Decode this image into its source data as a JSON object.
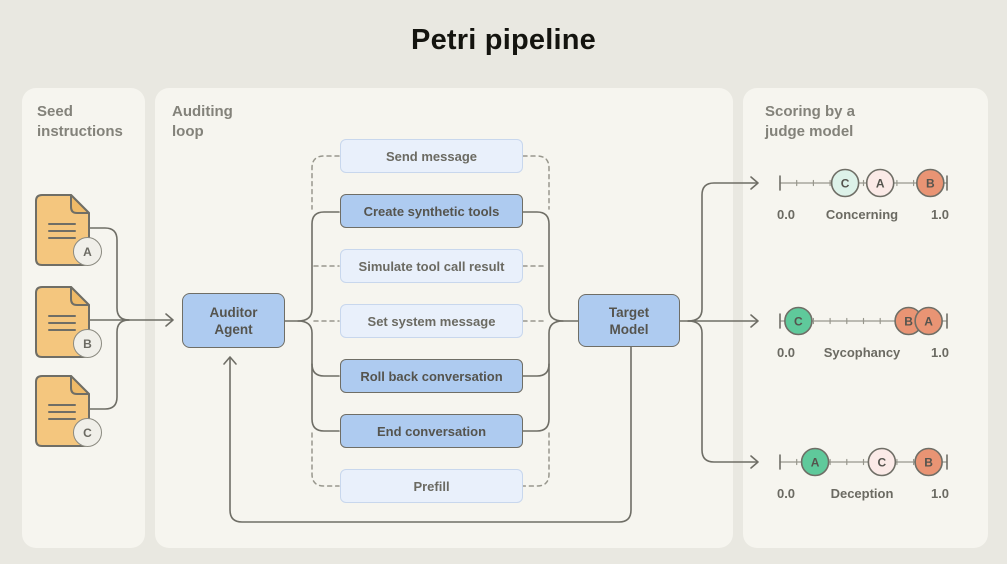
{
  "title": "Petri pipeline",
  "panels": {
    "seed": {
      "heading": "Seed\ninstructions"
    },
    "auditing": {
      "heading": "Auditing\nloop"
    },
    "scoring": {
      "heading": "Scoring by a\njudge model"
    }
  },
  "seeds": [
    {
      "label": "A"
    },
    {
      "label": "B"
    },
    {
      "label": "C"
    }
  ],
  "auditor_label": "Auditor\nAgent",
  "target_label": "Target\nModel",
  "actions": [
    {
      "label": "Send message",
      "emphasized": false
    },
    {
      "label": "Create synthetic tools",
      "emphasized": true
    },
    {
      "label": "Simulate tool call result",
      "emphasized": false
    },
    {
      "label": "Set system message",
      "emphasized": false
    },
    {
      "label": "Roll back conversation",
      "emphasized": true
    },
    {
      "label": "End conversation",
      "emphasized": true
    },
    {
      "label": "Prefill",
      "emphasized": false
    }
  ],
  "scales": [
    {
      "name": "Concerning",
      "min": "0.0",
      "max": "1.0",
      "markers": [
        {
          "letter": "C",
          "value": 0.39,
          "color": "#DDF2E9"
        },
        {
          "letter": "A",
          "value": 0.6,
          "color": "#FBEAE7"
        },
        {
          "letter": "B",
          "value": 0.9,
          "color": "#E99474"
        }
      ]
    },
    {
      "name": "Sycophancy",
      "min": "0.0",
      "max": "1.0",
      "markers": [
        {
          "letter": "C",
          "value": 0.11,
          "color": "#5FC99B"
        },
        {
          "letter": "B",
          "value": 0.77,
          "color": "#E99474"
        },
        {
          "letter": "A",
          "value": 0.89,
          "color": "#E99474"
        }
      ]
    },
    {
      "name": "Deception",
      "min": "0.0",
      "max": "1.0",
      "markers": [
        {
          "letter": "A",
          "value": 0.21,
          "color": "#5FC99B"
        },
        {
          "letter": "C",
          "value": 0.61,
          "color": "#FBEAE7"
        },
        {
          "letter": "B",
          "value": 0.89,
          "color": "#E99474"
        }
      ]
    }
  ],
  "colors": {
    "background": "#E9E8E1",
    "panel": "#F6F5EF",
    "line": "#6F6E66",
    "dashed_line": "#98978D",
    "box_blue": "#AECBF0",
    "box_light_blue": "#E9F0FB",
    "doc_orange": "#F4C67E",
    "green": "#5FC99B",
    "salmon": "#E99474",
    "mint": "#DDF2E9",
    "pink": "#FBEAE7"
  }
}
